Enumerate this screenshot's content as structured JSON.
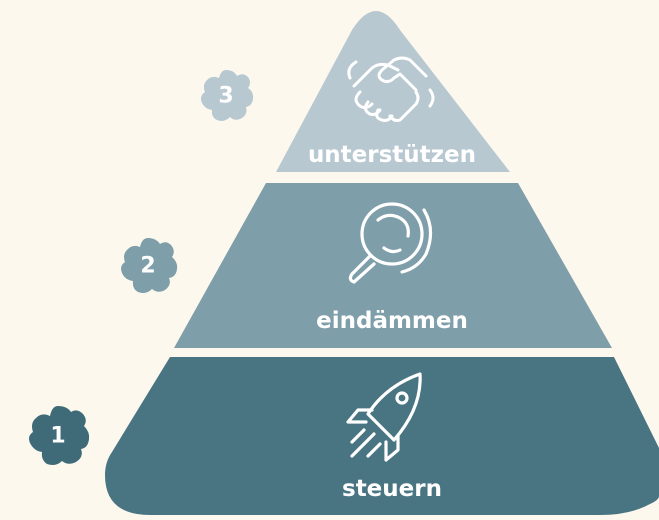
{
  "levels": [
    {
      "number": "3",
      "label": "unterstützen",
      "icon": "handshake-icon",
      "color": "#b8c8d1",
      "badge_color": "#b8c8d1"
    },
    {
      "number": "2",
      "label": "eindämmen",
      "icon": "magnifier-icon",
      "color": "#7e9ea9",
      "badge_color": "#7e9ea9"
    },
    {
      "number": "1",
      "label": "steuern",
      "icon": "rocket-icon",
      "color": "#497582",
      "badge_color": "#3f6b79"
    }
  ],
  "background": "#fdf8ee"
}
